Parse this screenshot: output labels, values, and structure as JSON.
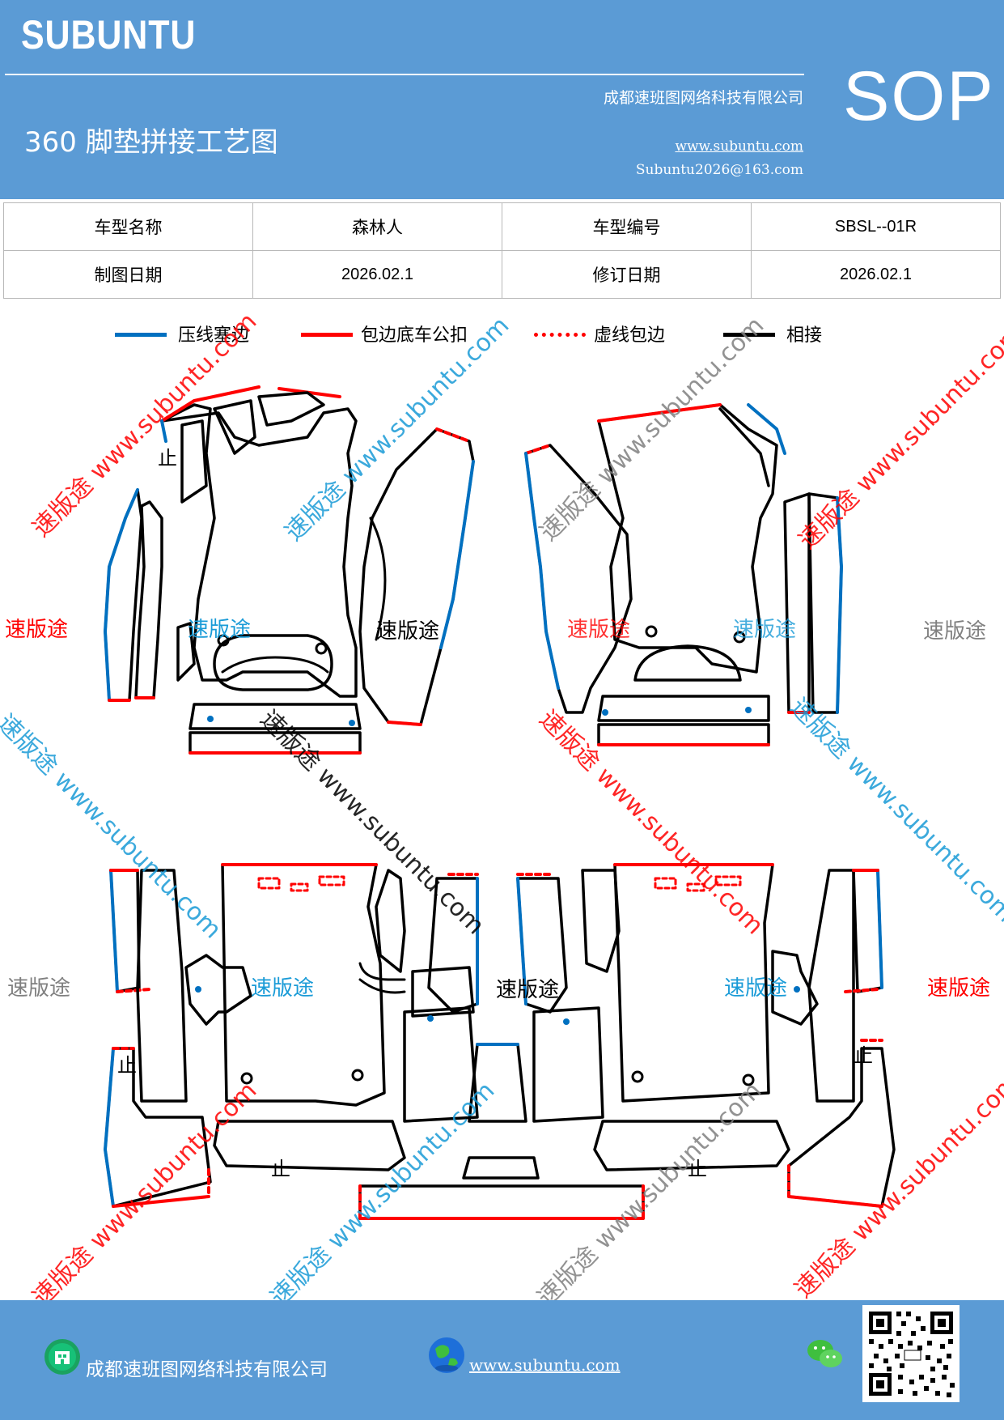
{
  "header": {
    "brand": "SUBUNTU",
    "title": "360 脚垫拼接工艺图",
    "company": "成都速班图网络科技有限公司",
    "website": "www.subuntu.com",
    "email": "Subuntu2026@163.com",
    "badge": "SOP"
  },
  "info_table": {
    "rows": [
      {
        "label1": "车型名称",
        "value1": "森林人",
        "label2": "车型编号",
        "value2": "SBSL--01R"
      },
      {
        "label1": "制图日期",
        "value1": "2026.02.1",
        "label2": "修订日期",
        "value2": "2026.02.1"
      }
    ]
  },
  "legend": [
    {
      "label": "压线塞边",
      "color": "#0070c0",
      "style": "solid"
    },
    {
      "label": "包边底车公扣",
      "color": "#ff0000",
      "style": "solid"
    },
    {
      "label": "虚线包边",
      "color": "#ff0000",
      "style": "dotted"
    },
    {
      "label": "相接",
      "color": "#000000",
      "style": "solid"
    }
  ],
  "watermarks": {
    "name": "速版途",
    "domain": "www.subuntu.com",
    "combined": "速版途 www.subuntu.com",
    "colors": {
      "red": "#ff0000",
      "blue": "#1a9bd7",
      "gray": "#808080"
    }
  },
  "diagram": {
    "marks": [
      "止",
      "止",
      "止",
      "止"
    ]
  },
  "footer": {
    "company": "成都速班图网络科技有限公司",
    "website": "www.subuntu.com",
    "icons": [
      "company-icon",
      "globe-icon",
      "wechat-icon",
      "qr-code"
    ]
  }
}
